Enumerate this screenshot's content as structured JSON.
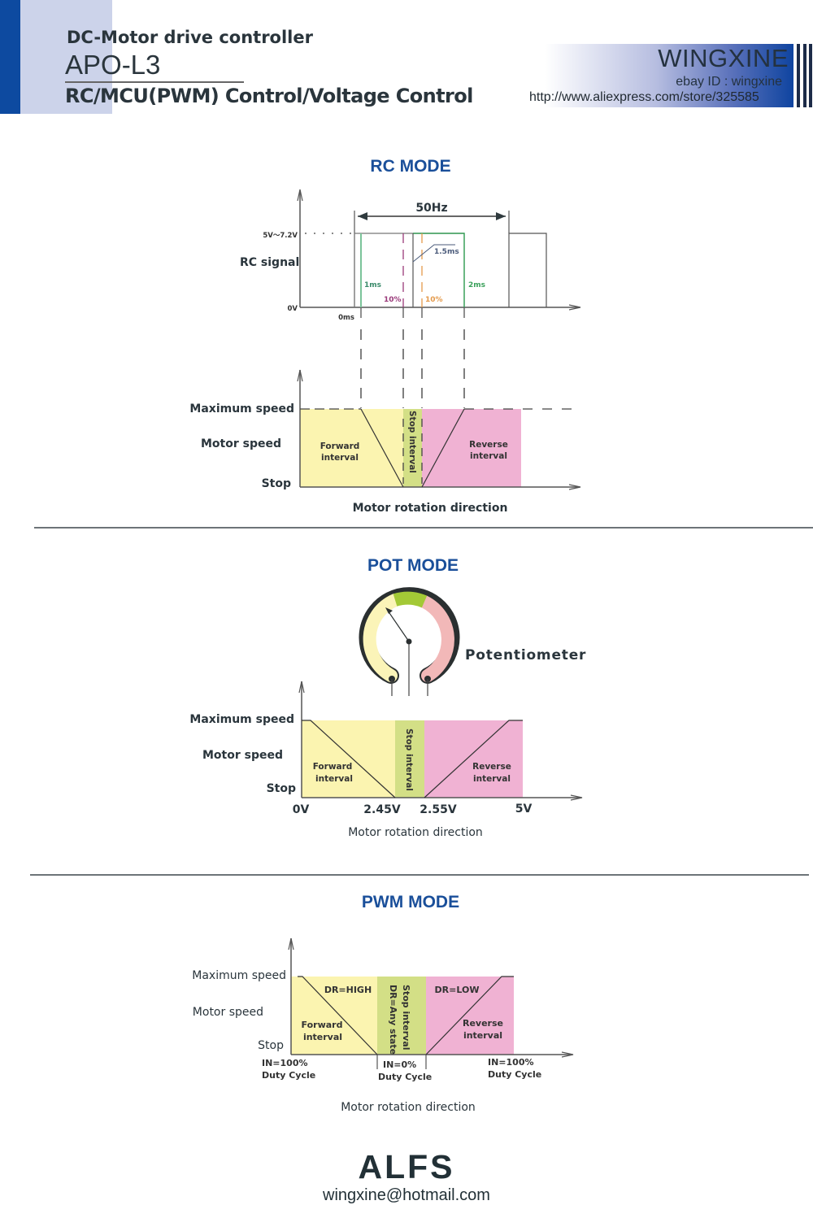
{
  "header": {
    "subtitle": "DC-Motor drive controller",
    "model": "APO-L3",
    "description": "RC/MCU(PWM) Control/Voltage Control"
  },
  "brand": {
    "name": "WINGXINE",
    "ebay": "ebay ID : wingxine",
    "url": "http://www.aliexpress.com/store/325585"
  },
  "colors": {
    "accent_blue": "#0d4aa0",
    "title_blue": "#1a4f9a",
    "forward_fill": "#fbf4b0",
    "stop_fill": "#d3df86",
    "reverse_fill": "#f0b2d3",
    "pot_forward": "#fbf4b8",
    "pot_stop": "#a3c936",
    "pot_reverse": "#f2b8b8",
    "pulse_green": "#3aa05a",
    "marker_purple": "#9a3a7a",
    "marker_orange": "#e49a4c"
  },
  "rc_mode": {
    "title": "RC MODE",
    "signal_label": "RC signal",
    "voltage_high": "5V～7.2V",
    "voltage_low": "0V",
    "time_zero": "0ms",
    "frequency": "50Hz",
    "pulse_1ms": "1ms",
    "pulse_1_5ms": "1.5ms",
    "pulse_2ms": "2ms",
    "band_left": "10%",
    "band_right": "10%",
    "y_max": "Maximum speed",
    "y_mid": "Motor speed",
    "y_stop": "Stop",
    "forward_label": [
      "Forward",
      "interval"
    ],
    "stop_label": "Stop interval",
    "reverse_label": [
      "Reverse",
      "interval"
    ],
    "x_label": "Motor rotation direction"
  },
  "pot_mode": {
    "title": "POT MODE",
    "pot_label": "Potentiometer",
    "y_max": "Maximum speed",
    "y_mid": "Motor speed",
    "y_stop": "Stop",
    "forward_label": [
      "Forward",
      "interval"
    ],
    "stop_label": "Stop interval",
    "reverse_label": [
      "Reverse",
      "interval"
    ],
    "ticks": [
      "0V",
      "2.45V",
      "2.55V",
      "5V"
    ],
    "x_label": "Motor rotation direction"
  },
  "pwm_mode": {
    "title": "PWM MODE",
    "y_max": "Maximum speed",
    "y_mid": "Motor speed",
    "y_stop": "Stop",
    "dr_high": "DR=HIGH",
    "dr_low": "DR=LOW",
    "stop_label": "Stop interval",
    "stop_state": "DR=Any state",
    "forward_label": [
      "Forward",
      "interval"
    ],
    "reverse_label": [
      "Reverse",
      "interval"
    ],
    "tick_left": [
      "IN=100%",
      "Duty Cycle"
    ],
    "tick_mid": [
      "IN=0%",
      "Duty Cycle"
    ],
    "tick_right": [
      "IN=100%",
      "Duty Cycle"
    ],
    "x_label": "Motor rotation direction"
  },
  "footer": {
    "brand": "ALFS",
    "email": "wingxine@hotmail.com"
  }
}
